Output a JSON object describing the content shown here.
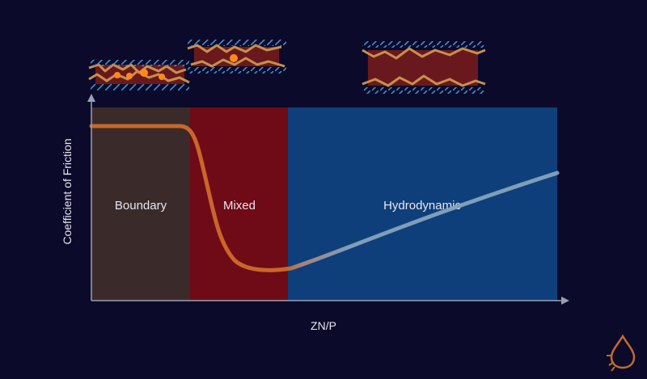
{
  "diagram": {
    "y_axis_label": "Coefficient of Friction",
    "x_axis_label": "ZN/P",
    "regions": [
      {
        "label": "Boundary",
        "color": "#3a2a2a"
      },
      {
        "label": "Mixed",
        "color": "#6e0b16"
      },
      {
        "label": "Hydrodynamic",
        "color": "#0f3f7a"
      }
    ],
    "curve_colors": {
      "friction_high": "#d4702c",
      "friction_low": "#8aa8c0"
    },
    "illustration_colors": {
      "surface": "#c8904a",
      "lubricant_film": "#7a1c1c",
      "hatch": "#3f8fd0",
      "contact_point": "#ff8a1a"
    },
    "logo": {
      "name": "droplet-gear-logo",
      "color": "#c46a2a"
    }
  }
}
